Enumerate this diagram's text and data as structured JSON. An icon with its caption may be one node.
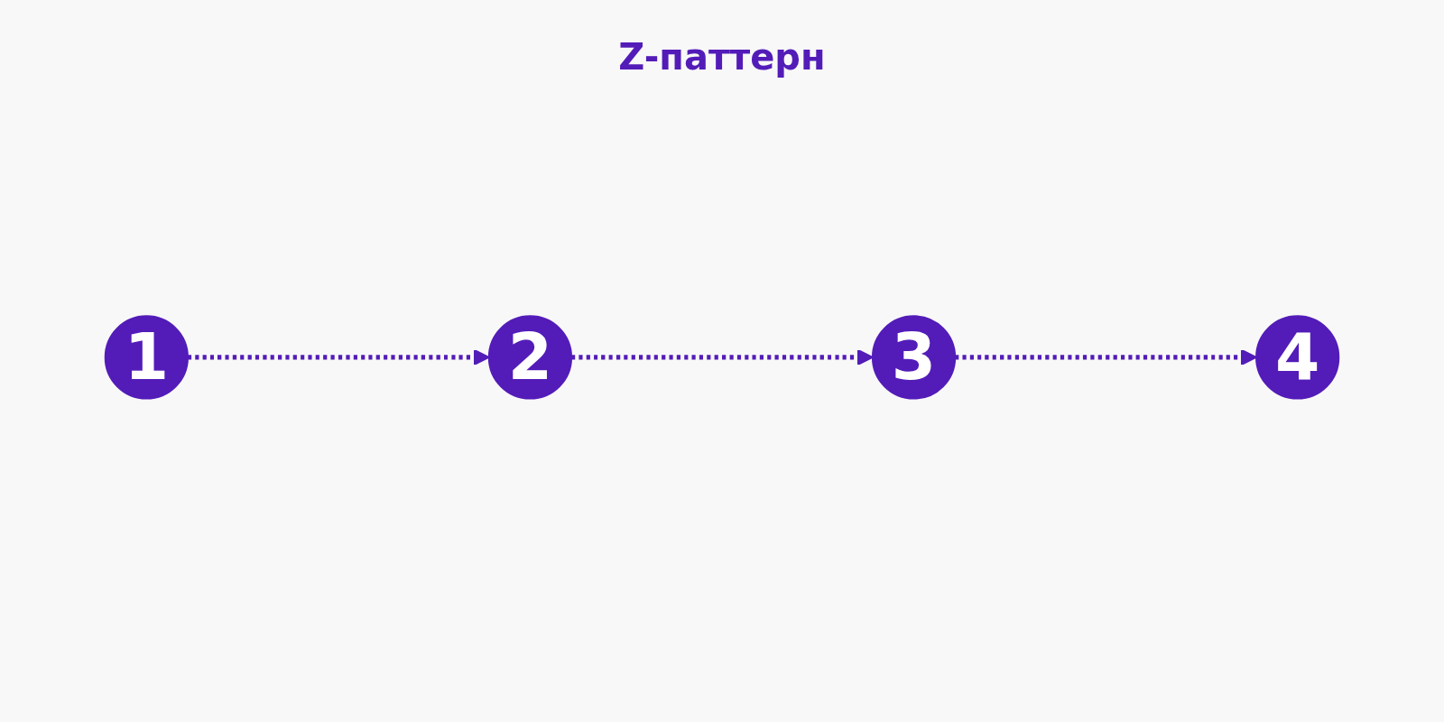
{
  "diagram": {
    "title": "Z-паттерн",
    "nodes": [
      {
        "text": [
          "1"
        ]
      },
      {
        "text": [
          "2"
        ]
      },
      {
        "text": [
          "3"
        ]
      },
      {
        "text": [
          "4"
        ]
      }
    ],
    "edges": [
      {
        "from": 0,
        "to": 1,
        "arrow": "to",
        "style": "dashed"
      },
      {
        "from": 1,
        "to": 2,
        "arrow": "to",
        "style": "dashed"
      },
      {
        "from": 2,
        "to": 3,
        "arrow": "to",
        "style": "dashed"
      }
    ]
  }
}
